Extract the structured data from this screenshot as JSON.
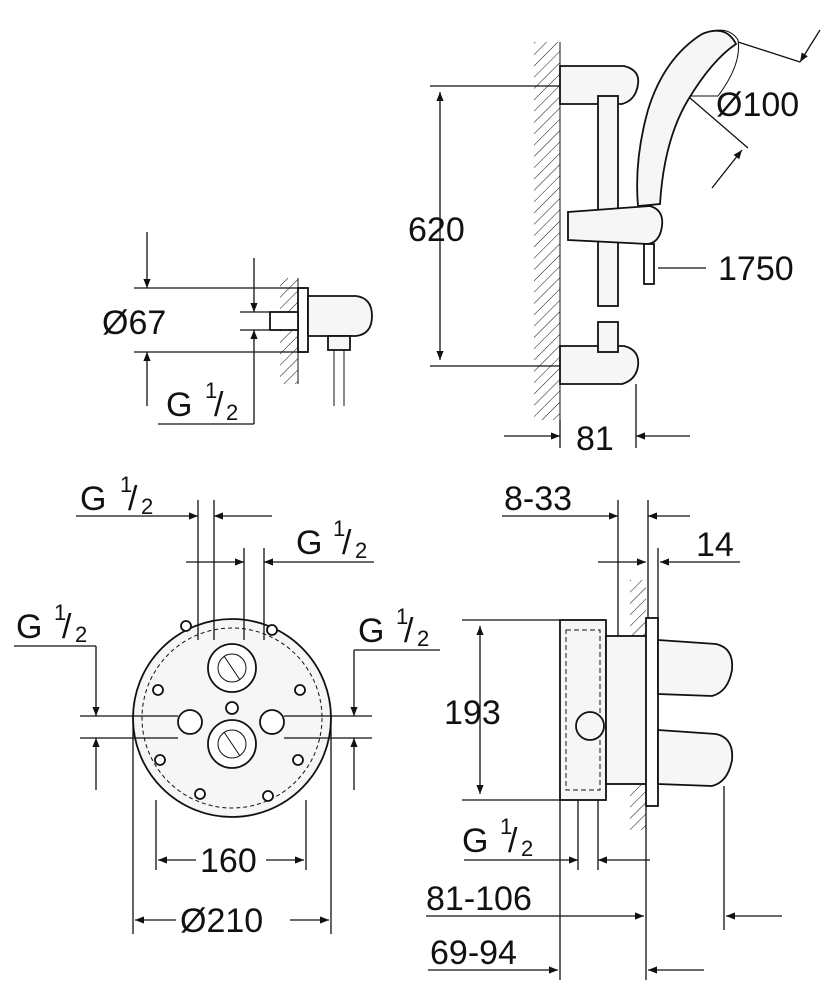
{
  "labels": {
    "d100": "Ø100",
    "d620": "620",
    "d1750": "1750",
    "d81_top": "81",
    "d67": "Ø67",
    "g_base": "G",
    "g_num": "1",
    "g_den": "2",
    "d833": "8-33",
    "d14": "14",
    "d193": "193",
    "d160": "160",
    "d210": "Ø210",
    "d81106": "81-106",
    "d6994": "69-94"
  },
  "colors": {
    "line": "#111111",
    "fill": "#f6f6f6"
  }
}
